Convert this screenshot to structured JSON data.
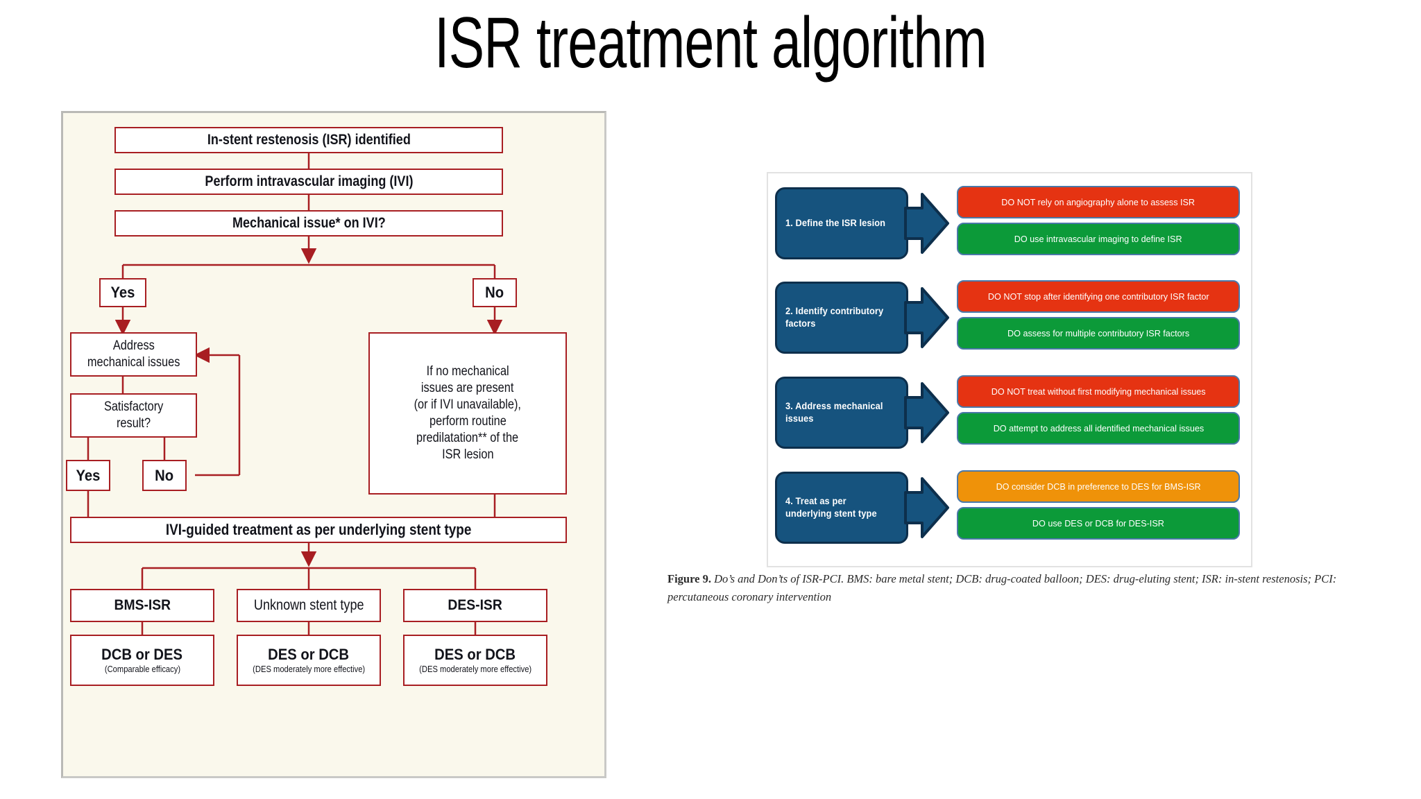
{
  "slide": {
    "title": "ISR treatment algorithm"
  },
  "flowchart": {
    "nodes": {
      "isr_identified": "In-stent restenosis (ISR) identified",
      "perform_ivi": "Perform intravascular imaging (IVI)",
      "mechanical_issue": "Mechanical issue* on IVI?",
      "branch_yes": "Yes",
      "branch_no": "No",
      "address_line1": "Address",
      "address_line2": "mechanical issues",
      "satisfactory_line1": "Satisfactory",
      "satisfactory_line2": "result?",
      "sat_yes": "Yes",
      "sat_no": "No",
      "no_mech_line1": "If no mechanical",
      "no_mech_line2": "issues are present",
      "no_mech_line3": "(or if IVI unavailable),",
      "no_mech_line4": "perform routine",
      "no_mech_line5": "predilatation** of the",
      "no_mech_line6": "ISR lesion",
      "ivi_guided": "IVI-guided treatment as per underlying stent type",
      "bms_isr": "BMS-ISR",
      "unknown_stent": "Unknown stent type",
      "des_isr": "DES-ISR",
      "bms_treat": "DCB or DES",
      "bms_note": "(Comparable efficacy)",
      "unknown_treat": "DES or DCB",
      "unknown_note": "(DES moderately more effective)",
      "des_treat": "DES or DCB",
      "des_note": "(DES moderately more effective)"
    },
    "colors": {
      "border": "#a81e22",
      "background": "#faf8ec",
      "box_fill": "#ffffff"
    }
  },
  "figure": {
    "rows": [
      {
        "step": "1. Define the ISR lesion",
        "dont": "DO NOT rely on angiography alone to assess ISR",
        "do": "DO use intravascular imaging to define ISR",
        "dont_color": "#e53312",
        "do_color": "#0c9a39"
      },
      {
        "step": "2. Identify contributory factors",
        "dont": "DO NOT stop after identifying one contributory ISR factor",
        "do": "DO assess for multiple contributory ISR factors",
        "dont_color": "#e53312",
        "do_color": "#0c9a39"
      },
      {
        "step": "3. Address mechanical issues",
        "dont": "DO NOT treat without first modifying mechanical issues",
        "do": "DO attempt to address all identified mechanical issues",
        "dont_color": "#e53312",
        "do_color": "#0c9a39"
      },
      {
        "step": "4. Treat as per underlying stent type",
        "dont": "DO consider DCB in preference to DES for BMS-ISR",
        "do": "DO use DES or DCB for DES-ISR",
        "dont_color": "#ef9209",
        "do_color": "#0c9a39"
      }
    ],
    "colors": {
      "step_fill": "#16537e",
      "step_border": "#0d2f4c",
      "banner_border": "#4a78a8"
    }
  },
  "caption": {
    "figure_number": "Figure 9.",
    "body": " Do’s and Don’ts of ISR-PCI. BMS: bare metal stent; DCB: drug-coated balloon; DES: drug-eluting stent; ISR: in-stent restenosis; PCI: percutaneous coronary intervention"
  }
}
